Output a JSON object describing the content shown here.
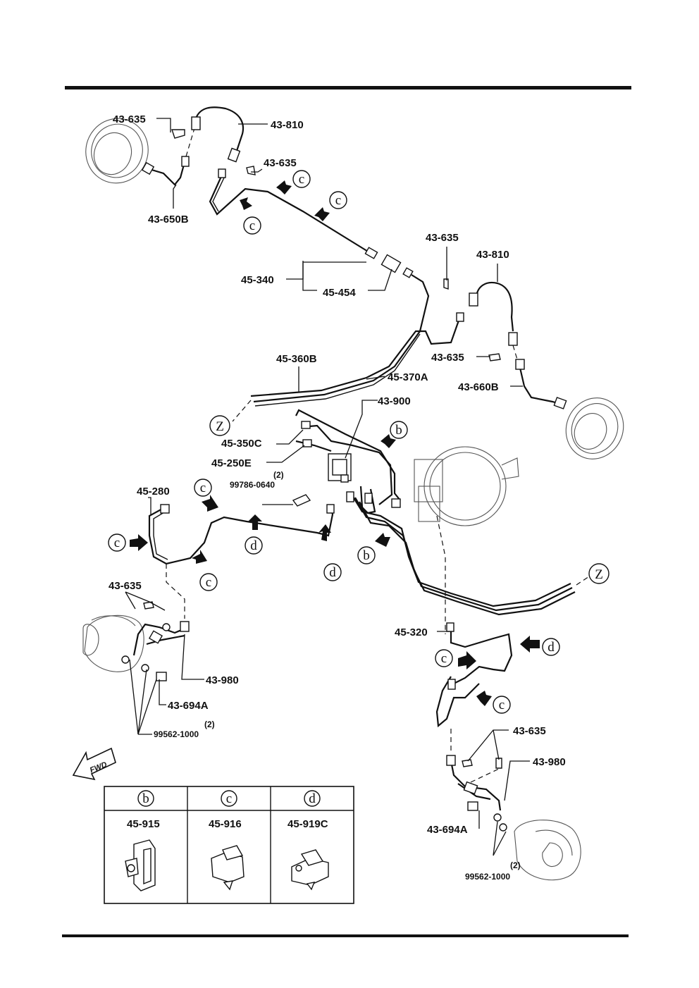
{
  "labels": {
    "a1": "43-635",
    "a2": "43-810",
    "a3": "43-635",
    "a4": "43-650B",
    "a5": "43-635",
    "a6": "43-810",
    "a7": "45-340",
    "a8": "45-454",
    "a9": "43-635",
    "a10": "45-360B",
    "a11": "45-370A",
    "a12": "43-660B",
    "a13": "43-900",
    "a14": "45-350C",
    "a15": "45-250E",
    "a16": "99786-0640",
    "a17": "45-280",
    "a18": "43-635",
    "a19": "43-980",
    "a20": "43-694A",
    "a21": "99562-1000",
    "a22": "45-320",
    "a23": "43-635",
    "a24": "43-980",
    "a25": "43-694A",
    "a26": "99562-1000"
  },
  "qty": {
    "q1": "(2)",
    "q2": "(2)",
    "q3": "(2)"
  },
  "callouts": {
    "b": "b",
    "c": "c",
    "d": "d",
    "z": "Z"
  },
  "fwd": "FWD",
  "legend": {
    "headers": [
      "b",
      "c",
      "d"
    ],
    "parts": [
      "45-915",
      "45-916",
      "45-919C"
    ]
  }
}
